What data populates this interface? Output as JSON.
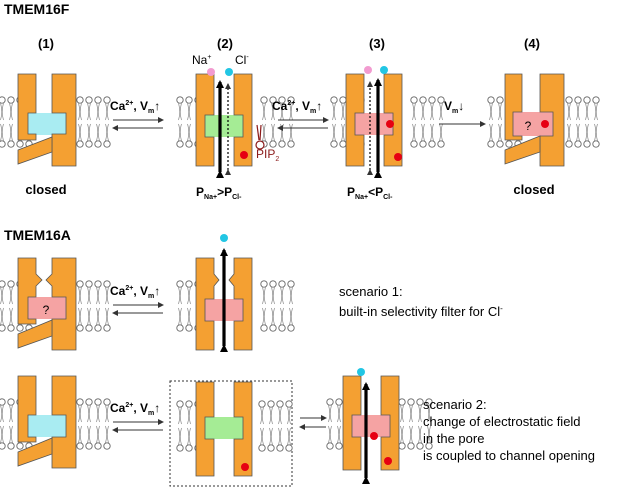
{
  "section_f": {
    "title": "TMEM16F"
  },
  "section_a": {
    "title": "TMEM16A"
  },
  "states": {
    "s1": "(1)",
    "s2": "(2)",
    "s3": "(3)",
    "s4": "(4)"
  },
  "ions": {
    "na": "Na",
    "na_sup": "+",
    "cl": "Cl",
    "cl_sup": "-"
  },
  "transition": {
    "ca": "Ca",
    "ca_sup": "2+",
    "sep": ", V",
    "m": "m",
    "up": "↑",
    "down": "↓",
    "v": "V"
  },
  "labels": {
    "closed": "closed",
    "pip": "PIP",
    "pip_sub": "2",
    "question": "?",
    "p": "P",
    "na_sub": "Na+",
    "cl_sub": "Cl-",
    "gt": ">",
    "lt": "<"
  },
  "scenario1": {
    "title": "scenario 1:",
    "line1_main": "built-in selectivity filter for Cl",
    "line1_sup": "-"
  },
  "scenario2": {
    "title": "scenario 2:",
    "line1": "change of electrostatic field",
    "line2": "in the pore",
    "line3": "is coupled to channel opening"
  },
  "colors": {
    "protein": "#f4a032",
    "cyan_pore": "#a9ecf2",
    "green_pore": "#a5ec95",
    "pink_pore": "#f5a3a3",
    "ion_na": "#f29bd0",
    "ion_cl": "#22c6e4",
    "red_dot": "#e60012",
    "pip_color": "#8b1a1a"
  }
}
